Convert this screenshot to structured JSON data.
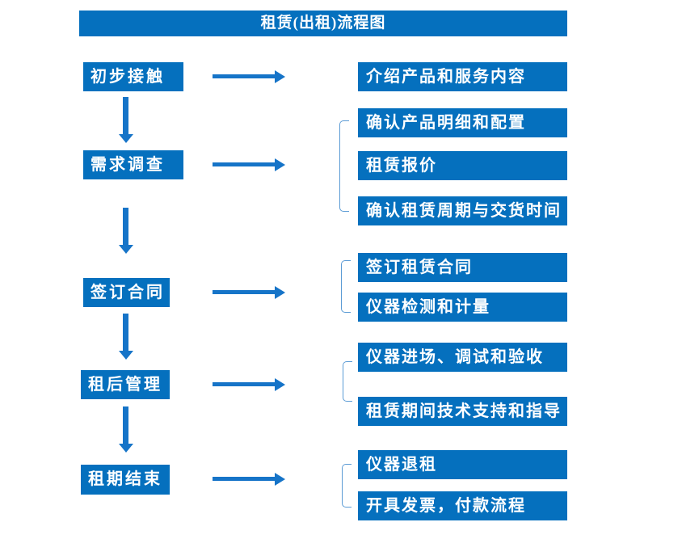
{
  "title": "租赁(出租)流程图",
  "colors": {
    "box_blue": "#0570be",
    "arrow_blue": "#1674c8",
    "bracket_blue": "#5b9bd5",
    "text_white": "#ffffff"
  },
  "steps": [
    {
      "label": "初步接触",
      "outputs": [
        "介绍产品和服务内容"
      ]
    },
    {
      "label": "需求调查",
      "outputs": [
        "确认产品明细和配置",
        "租赁报价",
        "确认租赁周期与交货时间"
      ]
    },
    {
      "label": "签订合同",
      "outputs": [
        "签订租赁合同",
        "仪器检测和计量"
      ]
    },
    {
      "label": "租后管理",
      "outputs": [
        "仪器进场、调试和验收",
        "租赁期间技术支持和指导"
      ]
    },
    {
      "label": "租期结束",
      "outputs": [
        "仪器退租",
        "开具发票，付款流程"
      ]
    }
  ]
}
